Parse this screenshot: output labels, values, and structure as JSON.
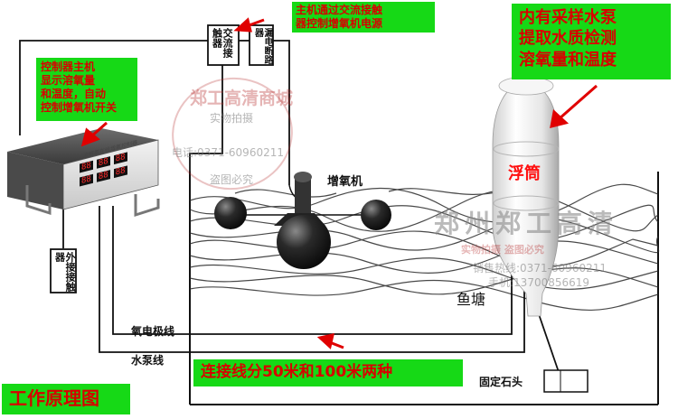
{
  "callouts": {
    "top_center": [
      "主机通过交流接触",
      "器控制增氧机电源"
    ],
    "left": [
      "控制器主机",
      "显示溶氧量",
      "和温度，自动",
      "控制增氧机开关"
    ],
    "right": [
      "内有采样水泵",
      "提取水质检测",
      "溶氧量和温度"
    ],
    "bottom": "连接线分50米和100米两种",
    "title": "工作原理图"
  },
  "labels": {
    "ac_contactor": "交流接触器",
    "circuit_breaker": "漏电断路器",
    "external_contactor": "外接接触器",
    "aerator": "增氧机",
    "float": "浮筒",
    "pond": "鱼塘",
    "oxygen_cable": "氧电极线",
    "pump_cable": "水泵线",
    "anchor_stone": "固定石头"
  },
  "controller": {
    "panel_title": "溶解氧在线增氧控制器",
    "readouts": [
      "88",
      "88",
      "88",
      "88",
      "88",
      "88"
    ]
  },
  "watermarks": {
    "center": [
      "郑工高清商城",
      "实物拍摄",
      "电话:0371-60960211",
      "盗图必究"
    ],
    "right_logo": "郑州郑工高清",
    "right_small": [
      "实物拍摄 盗图必究",
      "销售热线:0371-60960211",
      "手机:13700856619"
    ]
  },
  "colors": {
    "callout_bg": "#16d916",
    "callout_text": "#d80000",
    "float_label": "#ff1010",
    "wire": "#111111",
    "water_lines": "#2a2a2a"
  }
}
